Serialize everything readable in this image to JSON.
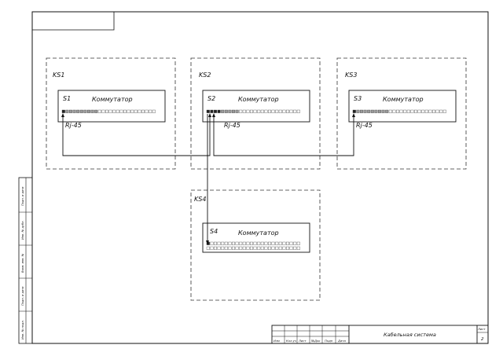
{
  "zones": [
    {
      "label": "KS1"
    },
    {
      "label": "KS2"
    },
    {
      "label": "KS3"
    },
    {
      "label": "KS4"
    }
  ],
  "switches": [
    {
      "name": "S1",
      "title": "Коммутатор",
      "port_label": "Rj-45"
    },
    {
      "name": "S2",
      "title": "Коммутатор",
      "port_label": "Rj-45"
    },
    {
      "name": "S3",
      "title": "Коммутатор",
      "port_label": "Rj-45"
    },
    {
      "name": "S4",
      "title": "Коммутатор"
    }
  ],
  "side_stamp": [
    "Подп. и дата",
    "Инв. № дубл.",
    "Взам. инв. №",
    "Подп. и дата",
    "Инв. № подл."
  ],
  "title_block": {
    "columns": [
      "Изм",
      "Кол.уч",
      "Лист",
      "№Док",
      "Подп",
      "Дата"
    ],
    "description": "Кабельная система",
    "sheet_label": "Лист",
    "sheet_number": "2"
  },
  "colors": {
    "line": "#111111",
    "dash": "#333333",
    "port_active": "#222222"
  }
}
